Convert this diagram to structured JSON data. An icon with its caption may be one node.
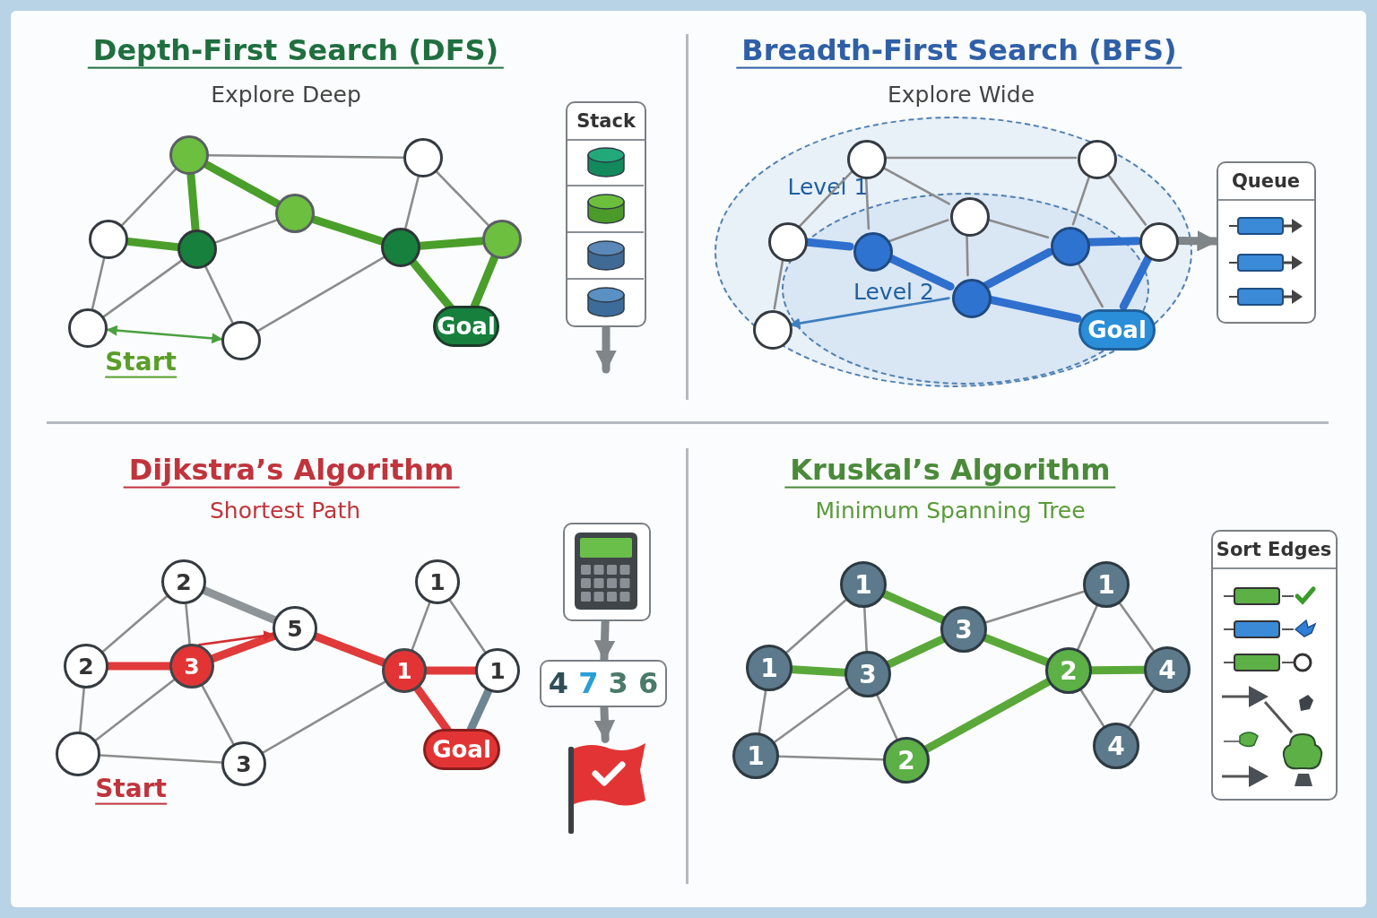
{
  "diagram": {
    "nodes": [
      {
        "text": [],
        "shape": "circle"
      },
      {
        "text": [],
        "shape": "circle"
      },
      {
        "text": [],
        "shape": "circle"
      },
      {
        "text": [],
        "shape": "circle"
      },
      {
        "text": [],
        "shape": "circle"
      },
      {
        "text": [],
        "shape": "circle"
      },
      {
        "text": [],
        "shape": "circle"
      },
      {
        "text": [],
        "shape": "circle",
        "beside": [
          "Start"
        ]
      },
      {
        "text": [],
        "shape": "circle"
      },
      {
        "text": [
          "Goal"
        ]
      },
      {
        "text": [
          "Stack"
        ]
      },
      {
        "text": [
          "Level 1"
        ]
      },
      {
        "text": [
          "Level 2"
        ],
        "in": 11
      },
      {
        "text": [],
        "shape": "circle",
        "in": 11
      },
      {
        "text": [],
        "shape": "circle",
        "in": 11
      },
      {
        "text": [],
        "shape": "circle",
        "in": 12
      },
      {
        "text": [],
        "shape": "circle",
        "in": 11
      },
      {
        "text": [],
        "shape": "circle",
        "in": 12
      },
      {
        "text": [],
        "shape": "circle",
        "in": 12
      },
      {
        "text": [],
        "shape": "circle",
        "in": 11
      },
      {
        "text": [],
        "shape": "circle",
        "in": 12
      },
      {
        "text": [],
        "shape": "circle",
        "in": 11
      },
      {
        "text": [
          "Goal"
        ],
        "in": 12
      },
      {
        "text": [
          "Queue"
        ]
      },
      {
        "text": [
          "2"
        ]
      },
      {
        "text": [
          "2"
        ]
      },
      {
        "text": [
          "3"
        ]
      },
      {
        "text": [
          "5"
        ]
      },
      {
        "text": [],
        "shape": "circle",
        "beside": [
          "Start"
        ]
      },
      {
        "text": [
          "3"
        ]
      },
      {
        "text": [
          "1"
        ]
      },
      {
        "text": [
          "1"
        ]
      },
      {
        "text": [
          "1"
        ]
      },
      {
        "text": [
          "Goal"
        ]
      },
      {
        "text": [],
        "shape": "box"
      },
      {
        "text": [
          "4 7 3 6"
        ]
      },
      {
        "text": [],
        "shape": "flag"
      },
      {
        "text": [
          "1"
        ]
      },
      {
        "text": [
          "1"
        ]
      },
      {
        "text": [
          "3"
        ]
      },
      {
        "text": [
          "3"
        ]
      },
      {
        "text": [
          "1"
        ]
      },
      {
        "text": [
          "2"
        ]
      },
      {
        "text": [
          "4"
        ]
      },
      {
        "text": [
          "1"
        ]
      },
      {
        "text": [
          "2"
        ]
      },
      {
        "text": [
          "4"
        ]
      },
      {
        "text": [
          "Sort Edges"
        ]
      }
    ],
    "edges": [
      {
        "from": 0,
        "to": 1,
        "arrow": "none"
      },
      {
        "from": 0,
        "to": 2,
        "arrow": "none"
      },
      {
        "from": 0,
        "to": 3,
        "arrow": "none",
        "style": "thick",
        "color": "#4a9e2a"
      },
      {
        "from": 0,
        "to": 4,
        "arrow": "none",
        "style": "thick",
        "color": "#4a9e2a"
      },
      {
        "from": 2,
        "to": 3,
        "arrow": "none",
        "style": "thick",
        "color": "#4a9e2a"
      },
      {
        "from": 3,
        "to": 4,
        "arrow": "none"
      },
      {
        "from": 3,
        "to": 7,
        "arrow": "none"
      },
      {
        "from": 3,
        "to": 8,
        "arrow": "none"
      },
      {
        "from": 2,
        "to": 7,
        "arrow": "none"
      },
      {
        "from": 4,
        "to": 5,
        "arrow": "none",
        "style": "thick",
        "color": "#4a9e2a"
      },
      {
        "from": 1,
        "to": 5,
        "arrow": "none"
      },
      {
        "from": 1,
        "to": 6,
        "arrow": "none"
      },
      {
        "from": 5,
        "to": 6,
        "arrow": "none",
        "style": "thick",
        "color": "#4a9e2a"
      },
      {
        "from": 5,
        "to": 9,
        "arrow": "none",
        "style": "thick",
        "color": "#4a9e2a"
      },
      {
        "from": 6,
        "to": 9,
        "arrow": "none",
        "style": "thick",
        "color": "#4a9e2a"
      },
      {
        "from": 8,
        "to": 5,
        "arrow": "none"
      },
      {
        "from": 7,
        "to": 8,
        "arrow": "both",
        "color": "#4aa040"
      },
      {
        "from": 10,
        "to": null,
        "arrow": "to",
        "style": "thick",
        "color": "#7f8589"
      },
      {
        "from": 13,
        "to": 14,
        "arrow": "none"
      },
      {
        "from": 13,
        "to": 16,
        "arrow": "none"
      },
      {
        "from": 13,
        "to": 17,
        "arrow": "none"
      },
      {
        "from": 13,
        "to": 15,
        "arrow": "none"
      },
      {
        "from": 14,
        "to": 18,
        "arrow": "none"
      },
      {
        "from": 14,
        "to": 19,
        "arrow": "none"
      },
      {
        "from": 15,
        "to": 17,
        "arrow": "none"
      },
      {
        "from": 15,
        "to": 18,
        "arrow": "none"
      },
      {
        "from": 15,
        "to": 20,
        "arrow": "none"
      },
      {
        "from": 16,
        "to": 17,
        "arrow": "none",
        "style": "thick",
        "color": "#2f6fce"
      },
      {
        "from": 16,
        "to": 21,
        "arrow": "none"
      },
      {
        "from": 17,
        "to": 20,
        "arrow": "none",
        "style": "thick",
        "color": "#2f6fce"
      },
      {
        "from": 20,
        "to": 18,
        "arrow": "none",
        "style": "thick",
        "color": "#2f6fce"
      },
      {
        "from": 18,
        "to": 19,
        "arrow": "none",
        "style": "thick",
        "color": "#2f6fce"
      },
      {
        "from": 19,
        "to": 22,
        "arrow": "none",
        "style": "thick",
        "color": "#2f6fce"
      },
      {
        "from": 20,
        "to": 22,
        "arrow": "none",
        "style": "thick",
        "color": "#2f6fce"
      },
      {
        "from": 18,
        "to": 22,
        "arrow": "none"
      },
      {
        "from": 20,
        "to": 21,
        "arrow": "to",
        "color": "#3f7fc0"
      },
      {
        "from": 19,
        "to": 23,
        "arrow": "to",
        "style": "thick",
        "color": "#7f8589"
      },
      {
        "from": 24,
        "to": 25,
        "arrow": "none"
      },
      {
        "from": 24,
        "to": 26,
        "arrow": "none"
      },
      {
        "from": 24,
        "to": 27,
        "arrow": "none",
        "style": "thick",
        "color": "#8f9499"
      },
      {
        "from": 25,
        "to": 26,
        "arrow": "none",
        "style": "thick",
        "color": "#e03a3a"
      },
      {
        "from": 25,
        "to": 28,
        "arrow": "none"
      },
      {
        "from": 26,
        "to": 27,
        "arrow": "none",
        "style": "thick",
        "color": "#e03a3a"
      },
      {
        "from": 26,
        "to": 28,
        "arrow": "none"
      },
      {
        "from": 26,
        "to": 29,
        "arrow": "none"
      },
      {
        "from": 28,
        "to": 29,
        "arrow": "none"
      },
      {
        "from": 29,
        "to": 31,
        "arrow": "none"
      },
      {
        "from": 27,
        "to": 31,
        "arrow": "none",
        "style": "thick",
        "color": "#e03a3a"
      },
      {
        "from": 30,
        "to": 31,
        "arrow": "none"
      },
      {
        "from": 30,
        "to": 32,
        "arrow": "none"
      },
      {
        "from": 31,
        "to": 32,
        "arrow": "none",
        "style": "thick",
        "color": "#e03a3a"
      },
      {
        "from": 31,
        "to": 33,
        "arrow": "none",
        "style": "thick",
        "color": "#e03a3a"
      },
      {
        "from": 32,
        "to": 33,
        "arrow": "none",
        "style": "thick",
        "color": "#6f8592"
      },
      {
        "from": 26,
        "to": 27,
        "arrow": "to",
        "color": "#d32f2f"
      },
      {
        "from": 34,
        "to": 35,
        "arrow": "to",
        "style": "thick",
        "color": "#7f8589"
      },
      {
        "from": 35,
        "to": 36,
        "arrow": "to",
        "style": "thick",
        "color": "#7f8589"
      },
      {
        "from": 37,
        "to": 38,
        "arrow": "none"
      },
      {
        "from": 37,
        "to": 39,
        "arrow": "none"
      },
      {
        "from": 37,
        "to": 40,
        "arrow": "none",
        "style": "thick",
        "color": "#5aa83a"
      },
      {
        "from": 38,
        "to": 39,
        "arrow": "none",
        "style": "thick",
        "color": "#5aa83a"
      },
      {
        "from": 38,
        "to": 44,
        "arrow": "none"
      },
      {
        "from": 39,
        "to": 40,
        "arrow": "none",
        "style": "thick",
        "color": "#5aa83a"
      },
      {
        "from": 39,
        "to": 44,
        "arrow": "none"
      },
      {
        "from": 39,
        "to": 45,
        "arrow": "none"
      },
      {
        "from": 44,
        "to": 45,
        "arrow": "none"
      },
      {
        "from": 40,
        "to": 41,
        "arrow": "none"
      },
      {
        "from": 40,
        "to": 42,
        "arrow": "none",
        "style": "thick",
        "color": "#5aa83a"
      },
      {
        "from": 41,
        "to": 42,
        "arrow": "none"
      },
      {
        "from": 41,
        "to": 43,
        "arrow": "none"
      },
      {
        "from": 42,
        "to": 43,
        "arrow": "none",
        "style": "thick",
        "color": "#5aa83a"
      },
      {
        "from": 42,
        "to": 45,
        "arrow": "none",
        "style": "thick",
        "color": "#5aa83a"
      },
      {
        "from": 42,
        "to": 46,
        "arrow": "none"
      },
      {
        "from": 43,
        "to": 46,
        "arrow": "none"
      }
    ],
    "labels": [
      "Depth-First Search (DFS)",
      "Explore Deep",
      "Breadth-First Search (BFS)",
      "Explore Wide",
      "Dijkstra’s Algorithm",
      "Shortest Path",
      "Kruskal’s Algorithm",
      "Minimum Spanning Tree"
    ]
  }
}
